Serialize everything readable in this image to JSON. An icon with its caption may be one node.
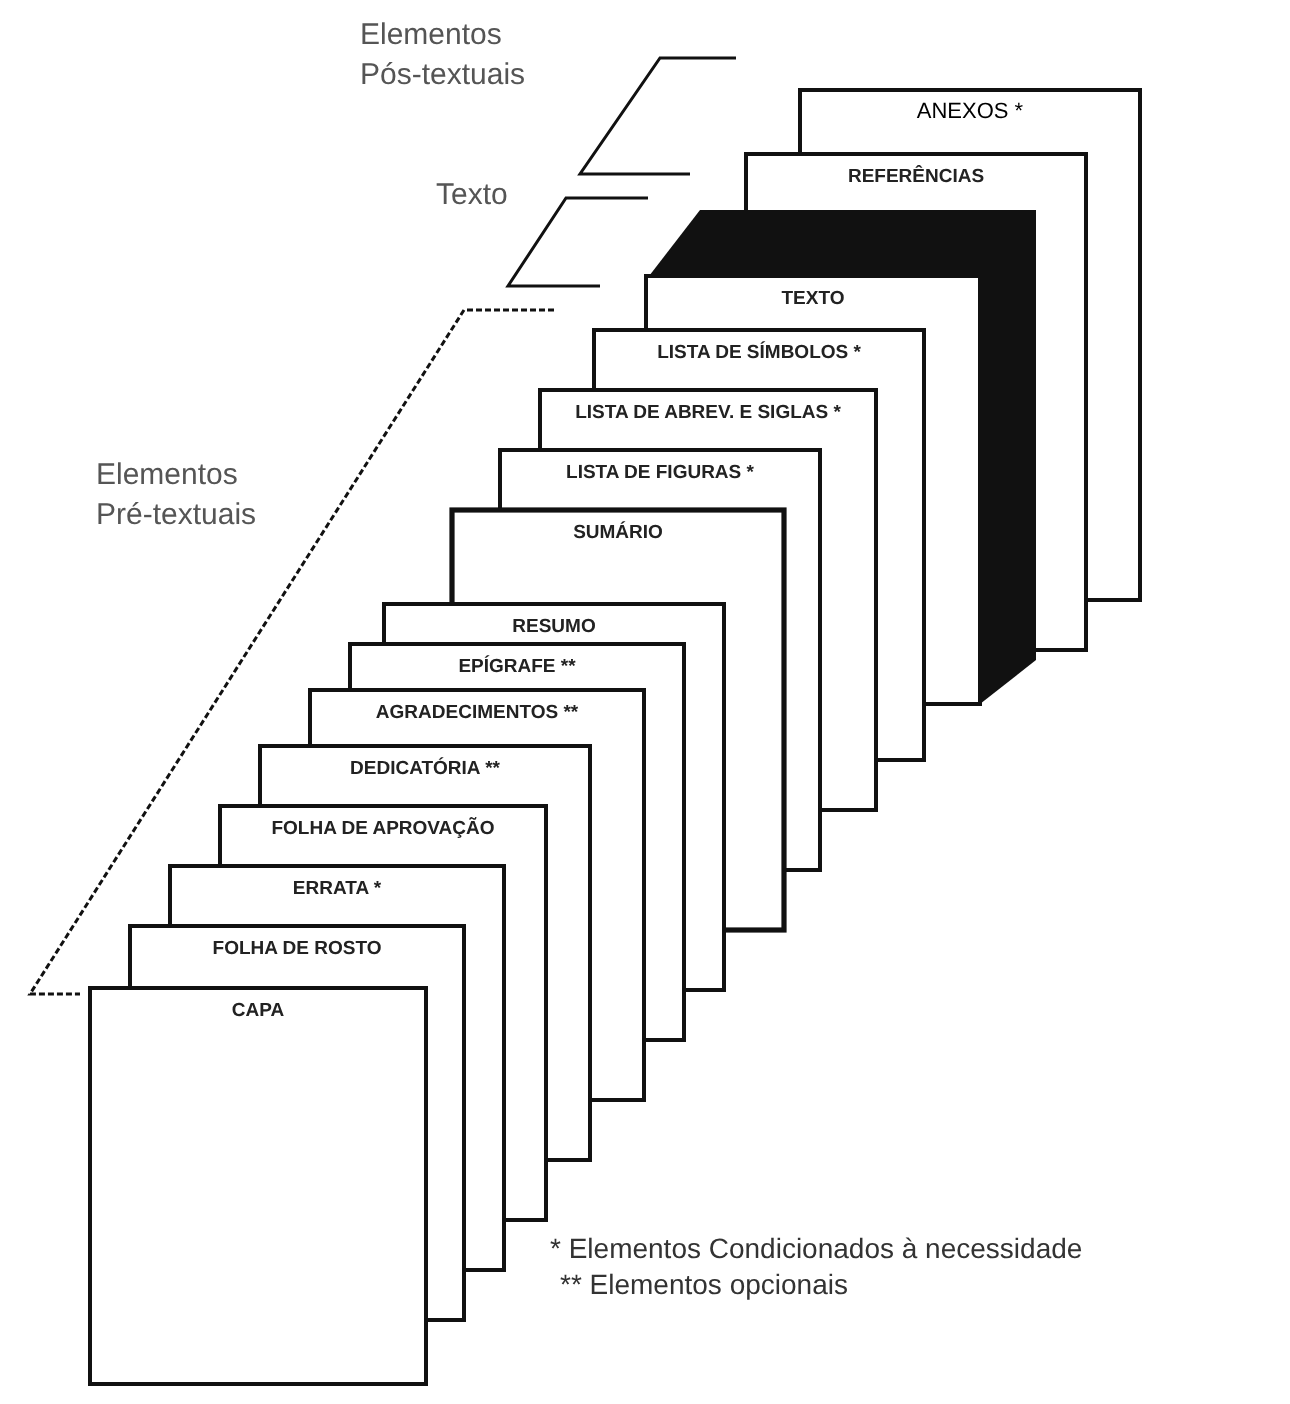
{
  "diagram": {
    "nodes": [
      {
        "text": [
          "ANEXOS *"
        ]
      },
      {
        "text": [
          "REFERÊNCIAS"
        ]
      },
      {
        "text": [
          "TEXTO"
        ]
      },
      {
        "text": [
          "LISTA DE SÍMBOLOS *"
        ]
      },
      {
        "text": [
          "LISTA DE ABREV. E SIGLAS *"
        ]
      },
      {
        "text": [
          "LISTA DE FIGURAS *"
        ]
      },
      {
        "text": [
          "SUMÁRIO"
        ]
      },
      {
        "text": [
          "RESUMO"
        ]
      },
      {
        "text": [
          "EPÍGRAFE **"
        ]
      },
      {
        "text": [
          "AGRADECIMENTOS **"
        ]
      },
      {
        "text": [
          "DEDICATÓRIA **"
        ]
      },
      {
        "text": [
          "FOLHA DE APROVAÇÃO"
        ]
      },
      {
        "text": [
          "ERRATA *"
        ]
      },
      {
        "text": [
          "FOLHA DE ROSTO"
        ]
      },
      {
        "text": [
          "CAPA"
        ]
      }
    ],
    "edges": [],
    "labels": [
      "Elementos Pós-textuais",
      "Texto",
      "Elementos Pré-textuais",
      "* Elementos Condicionados à necessidade",
      "** Elementos opcionais"
    ]
  }
}
